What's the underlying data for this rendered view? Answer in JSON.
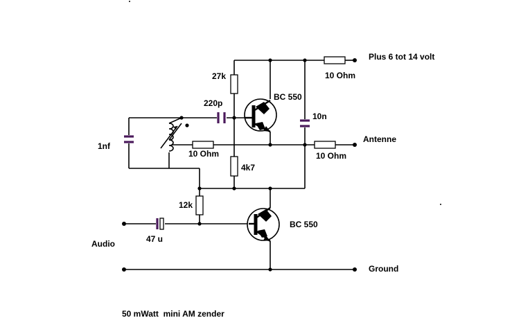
{
  "labels": {
    "supply": "Plus 6 tot 14 volt",
    "r_supply": "10 Ohm",
    "r_27k": "27k",
    "c_220p": "220p",
    "q1": "BC 550",
    "c_10n": "10n",
    "c_1nf": "1nf",
    "r_coil": "10 Ohm",
    "r_ant": "10 Ohm",
    "antenne": "Antenne",
    "r_4k7": "4k7",
    "r_12k": "12k",
    "q2": "BC 550",
    "c_47u": "47 u",
    "audio": "Audio",
    "ground": "Ground",
    "footer": "50 mWatt  mini AM zender"
  },
  "colors": {
    "wire": "#000000",
    "capacitor": "#4b1a5c",
    "background": "#ffffff"
  }
}
